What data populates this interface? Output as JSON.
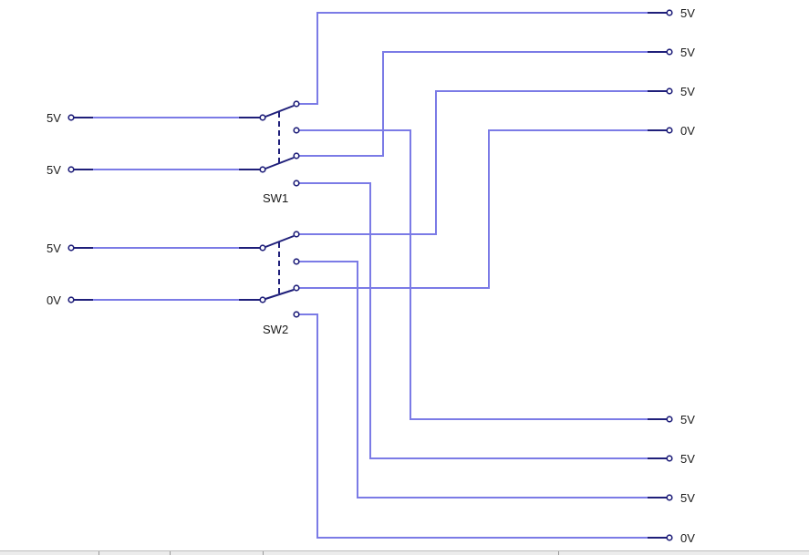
{
  "switches": [
    {
      "id": "sw1",
      "label": "SW1"
    },
    {
      "id": "sw2",
      "label": "SW2"
    }
  ],
  "inputs": [
    {
      "label": "5V",
      "switch": "sw1"
    },
    {
      "label": "5V",
      "switch": "sw1"
    },
    {
      "label": "5V",
      "switch": "sw2"
    },
    {
      "label": "0V",
      "switch": "sw2"
    }
  ],
  "outputs_top": [
    {
      "label": "5V"
    },
    {
      "label": "5V"
    },
    {
      "label": "5V"
    },
    {
      "label": "0V"
    }
  ],
  "outputs_bottom": [
    {
      "label": "5V"
    },
    {
      "label": "5V"
    },
    {
      "label": "5V"
    },
    {
      "label": "0V"
    }
  ],
  "colors": {
    "wire": "#7b7be6",
    "component": "#1f1f7a",
    "text": "#1a1a1a",
    "background": "#ffffff"
  }
}
